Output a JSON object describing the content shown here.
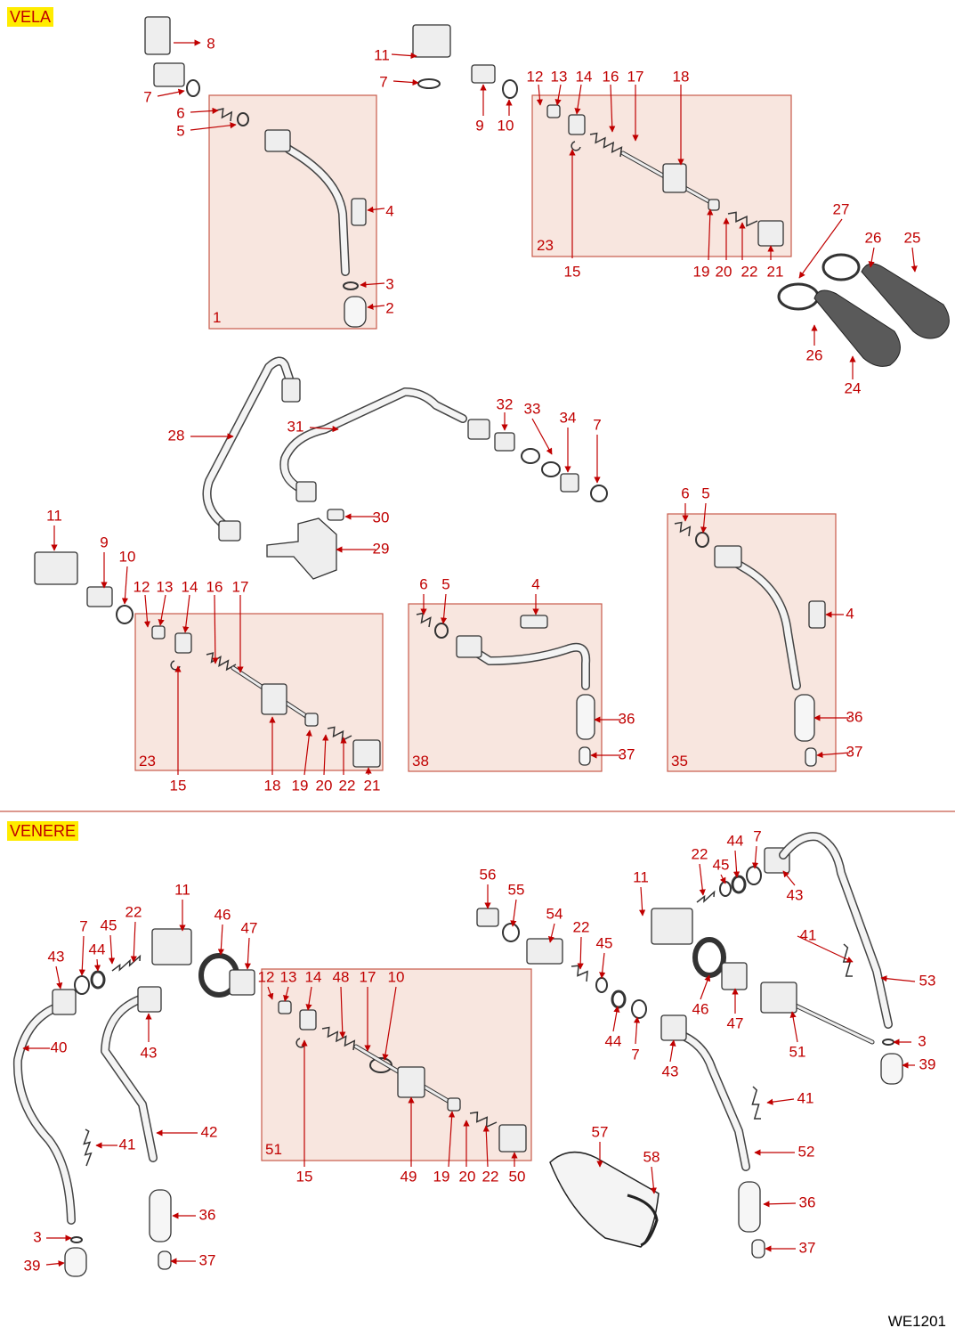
{
  "sections": [
    {
      "label": "VELA"
    },
    {
      "label": "VENERE"
    }
  ],
  "drawing_code": "WE1201",
  "colors": {
    "callout": "#c00000",
    "group_box_fill": "#f8e6df",
    "group_box_stroke": "#c85a4a",
    "section_tag_bg": "#ffec00",
    "divider": "#c85a4a",
    "part_stroke": "#333333",
    "part_fill": "#eeeeee"
  },
  "groups": [
    {
      "label": "1"
    },
    {
      "label": "23"
    },
    {
      "label": "23"
    },
    {
      "label": "38"
    },
    {
      "label": "35"
    },
    {
      "label": "51"
    }
  ],
  "callouts": [
    "8",
    "7",
    "6",
    "5",
    "4",
    "3",
    "2",
    "11",
    "7",
    "9",
    "10",
    "12",
    "13",
    "14",
    "16",
    "17",
    "18",
    "15",
    "19",
    "20",
    "22",
    "21",
    "27",
    "26",
    "25",
    "26",
    "24",
    "28",
    "31",
    "32",
    "33",
    "34",
    "7",
    "30",
    "29",
    "11",
    "9",
    "10",
    "12",
    "13",
    "14",
    "16",
    "17",
    "15",
    "18",
    "19",
    "20",
    "22",
    "21",
    "6",
    "5",
    "4",
    "36",
    "37",
    "6",
    "5",
    "4",
    "36",
    "37",
    "43",
    "7",
    "44",
    "45",
    "22",
    "11",
    "46",
    "47",
    "40",
    "43",
    "41",
    "42",
    "3",
    "39",
    "36",
    "37",
    "12",
    "13",
    "14",
    "48",
    "17",
    "10",
    "15",
    "49",
    "19",
    "20",
    "22",
    "50",
    "57",
    "58",
    "56",
    "55",
    "54",
    "22",
    "45",
    "44",
    "7",
    "22",
    "44",
    "7",
    "45",
    "43",
    "11",
    "41",
    "53",
    "46",
    "47",
    "51",
    "3",
    "39",
    "43",
    "41",
    "52",
    "36",
    "37"
  ]
}
